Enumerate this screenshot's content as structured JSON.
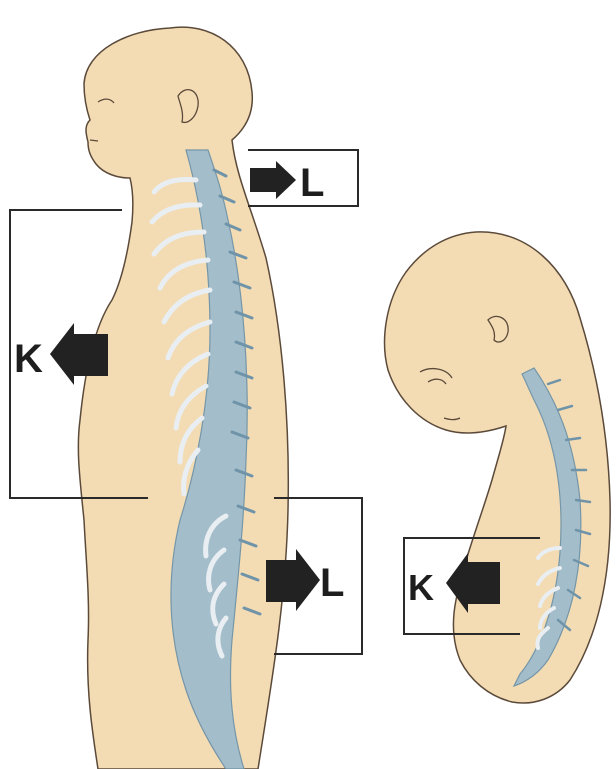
{
  "labels": {
    "adult_neck": "L",
    "adult_chest": "K",
    "adult_lumbar": "L",
    "infant_chest": "K"
  },
  "colors": {
    "skin": "#f3dcb4",
    "skin_outline": "#5b4a3a",
    "spine": "#9fbccc",
    "spine_dark": "#6f93a8",
    "rib": "#e9eef2",
    "frame": "#2a2a2a",
    "arrow": "#222222"
  }
}
